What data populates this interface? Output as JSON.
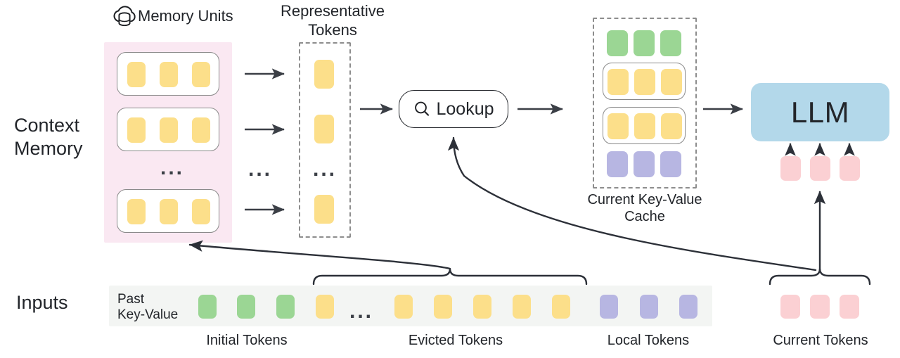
{
  "diagram": {
    "title_hidden": "",
    "colors": {
      "token_yellow": "#fcdf8a",
      "token_green": "#9bd694",
      "token_purple": "#b7b6e2",
      "token_pink": "#fbd0d3",
      "memory_panel_pink": "#fae8f2",
      "llm_blue": "#b3d8ea",
      "input_strip_gray": "#f3f5f3",
      "stroke_dark": "#22252a",
      "dashed_gray": "#8d8d8d"
    },
    "row_labels": {
      "context_memory": "Context\nMemory",
      "inputs": "Inputs"
    },
    "headers": {
      "memory_units": "Memory Units",
      "representative_tokens": "Representative\nTokens"
    },
    "captions": {
      "current_kv_cache": "Current Key-Value\nCache",
      "initial_tokens": "Initial Tokens",
      "evicted_tokens": "Evicted Tokens",
      "local_tokens": "Local Tokens",
      "current_tokens": "Current Tokens"
    },
    "lookup": {
      "label": "Lookup",
      "icon": "magnifier-icon"
    },
    "llm": {
      "label": "LLM"
    },
    "inputs_strip": {
      "past_kv_label": "Past\nKey-Value",
      "ellipsis": "...",
      "tokens": [
        {
          "color": "green",
          "group": "initial"
        },
        {
          "color": "green",
          "group": "initial"
        },
        {
          "color": "green",
          "group": "initial"
        },
        {
          "color": "yellow",
          "group": "evicted"
        },
        {
          "color": "yellow",
          "group": "evicted"
        },
        {
          "color": "yellow",
          "group": "evicted"
        },
        {
          "color": "yellow",
          "group": "evicted"
        },
        {
          "color": "yellow",
          "group": "evicted"
        },
        {
          "color": "yellow",
          "group": "evicted"
        },
        {
          "color": "purple",
          "group": "local"
        },
        {
          "color": "purple",
          "group": "local"
        },
        {
          "color": "purple",
          "group": "local"
        }
      ],
      "current_tokens": [
        {
          "color": "pink"
        },
        {
          "color": "pink"
        },
        {
          "color": "pink"
        }
      ]
    },
    "memory_units": {
      "unit_token_color": "yellow",
      "units": [
        {
          "tokens": 3
        },
        {
          "tokens": 3
        },
        {
          "tokens": 3
        }
      ],
      "ellipsis": "..."
    },
    "representative_tokens": {
      "ellipsis": "...",
      "tokens": [
        {
          "color": "yellow"
        },
        {
          "color": "yellow"
        },
        {
          "color": "yellow"
        }
      ]
    },
    "kv_cache": {
      "rows": [
        {
          "color": "green",
          "boxed": false,
          "count": 3
        },
        {
          "color": "yellow",
          "boxed": true,
          "count": 3
        },
        {
          "color": "yellow",
          "boxed": true,
          "count": 3
        },
        {
          "color": "purple",
          "boxed": false,
          "count": 3
        }
      ]
    },
    "ellipsis_between_arrows": "..."
  }
}
